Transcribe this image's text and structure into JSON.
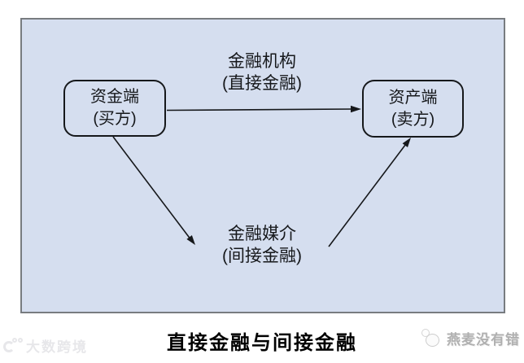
{
  "diagram": {
    "panel": {
      "bg": "#d5deef",
      "border_color": "#787c80",
      "ink": "#16181b"
    },
    "nodes": {
      "left": {
        "line1": "资金端",
        "line2": "(买方)"
      },
      "right": {
        "line1": "资产端",
        "line2": "(卖方)"
      }
    },
    "labels": {
      "top": {
        "line1": "金融机构",
        "line2": "(直接金融)"
      },
      "bottom": {
        "line1": "金融媒介",
        "line2": "(间接金融)"
      }
    },
    "edges": [
      {
        "from": "资金端(买方)",
        "to": "资产端(卖方)",
        "via": "金融机构(直接金融)"
      },
      {
        "from": "资金端(买方)",
        "to": "金融媒介(间接金融)",
        "via": ""
      },
      {
        "from": "金融媒介(间接金融)",
        "to": "资产端(卖方)",
        "via": ""
      }
    ]
  },
  "caption": {
    "title": "直接金融与间接金融"
  },
  "watermarks": {
    "bottom_left": "大数跨境",
    "bottom_right": "燕麦没有错"
  }
}
